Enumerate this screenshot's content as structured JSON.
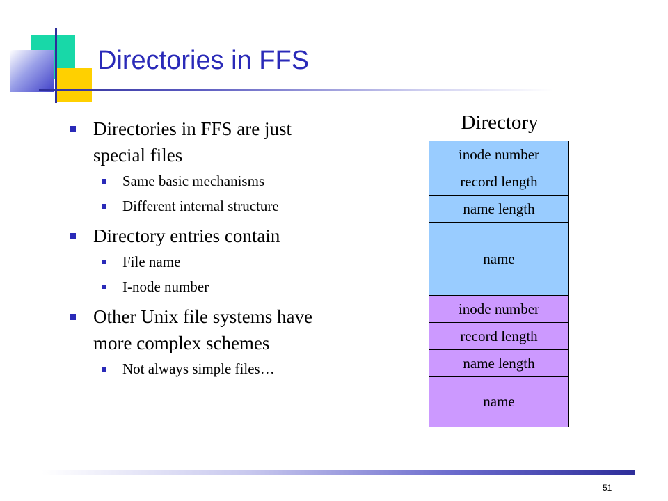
{
  "slide": {
    "title": "Directories in FFS",
    "page_number": "51"
  },
  "bullets": [
    {
      "text": "Directories in FFS are just special files",
      "subs": [
        "Same basic mechanisms",
        "Different internal structure"
      ]
    },
    {
      "text": "Directory entries contain",
      "subs": [
        "File name",
        "I-node number"
      ]
    },
    {
      "text": "Other Unix file systems have more complex schemes",
      "subs": [
        "Not always simple files…"
      ]
    }
  ],
  "diagram": {
    "heading": "Directory",
    "entries": [
      {
        "fields": [
          "inode number",
          "record length",
          "name length",
          "name"
        ],
        "color": "#99ccff"
      },
      {
        "fields": [
          "inode number",
          "record length",
          "name length",
          "name"
        ],
        "color": "#cc99ff"
      }
    ]
  }
}
